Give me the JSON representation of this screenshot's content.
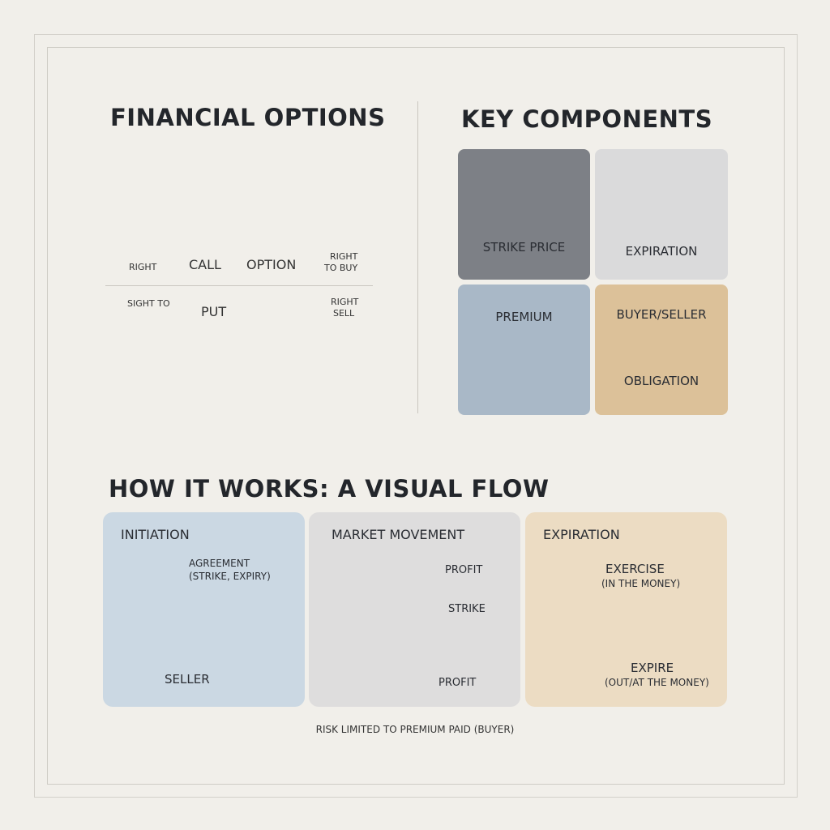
{
  "left": {
    "title": "FINANCIAL OPTIONS",
    "right_left_label": "RIGHT",
    "call_label": "CALL",
    "option_label": "OPTION",
    "right_to_buy_line1": "RIGHT",
    "right_to_buy_line2": "TO BUY",
    "sight_to_label": "SIGHT TO",
    "put_label": "PUT",
    "right_sell_line1": "RIGHT",
    "right_sell_line2": "SELL"
  },
  "components": {
    "title": "KEY COMPONENTS",
    "strike_price": "STRIKE PRICE",
    "expiration": "EXPIRATION",
    "premium": "PREMIUM",
    "buyer_seller": "BUYER/SELLER",
    "obligation": "OBLIGATION"
  },
  "flow": {
    "title": "HOW IT WORKS: A VISUAL FLOW",
    "initiation": {
      "title": "INITIATION",
      "agreement_line1": "AGREEMENT",
      "agreement_line2": "(STRIKE, EXPIRY)",
      "seller": "SELLER"
    },
    "market": {
      "title": "MARKET MOVEMENT",
      "profit_top": "PROFIT",
      "strike": "STRIKE",
      "profit_bottom": "PROFIT"
    },
    "expiration": {
      "title": "EXPIRATION",
      "exercise": "EXERCISE",
      "exercise_sub": "(IN THE MONEY)",
      "expire": "EXPIRE",
      "expire_sub": "(OUT/AT THE MONEY)"
    }
  },
  "footer": "RISK LIMITED TO PREMIUM PAID (BUYER)",
  "colors": {
    "blue": "#3f6f9b",
    "gold": "#c89a45",
    "tile_strike": "#7d8086",
    "tile_expiration": "#dadadb",
    "tile_premium": "#a9b8c7",
    "tile_buyer": "#dcc199",
    "panel_initiation": "#cbd8e3",
    "panel_market": "#dedddd",
    "panel_expiration": "#ecdcc3"
  }
}
